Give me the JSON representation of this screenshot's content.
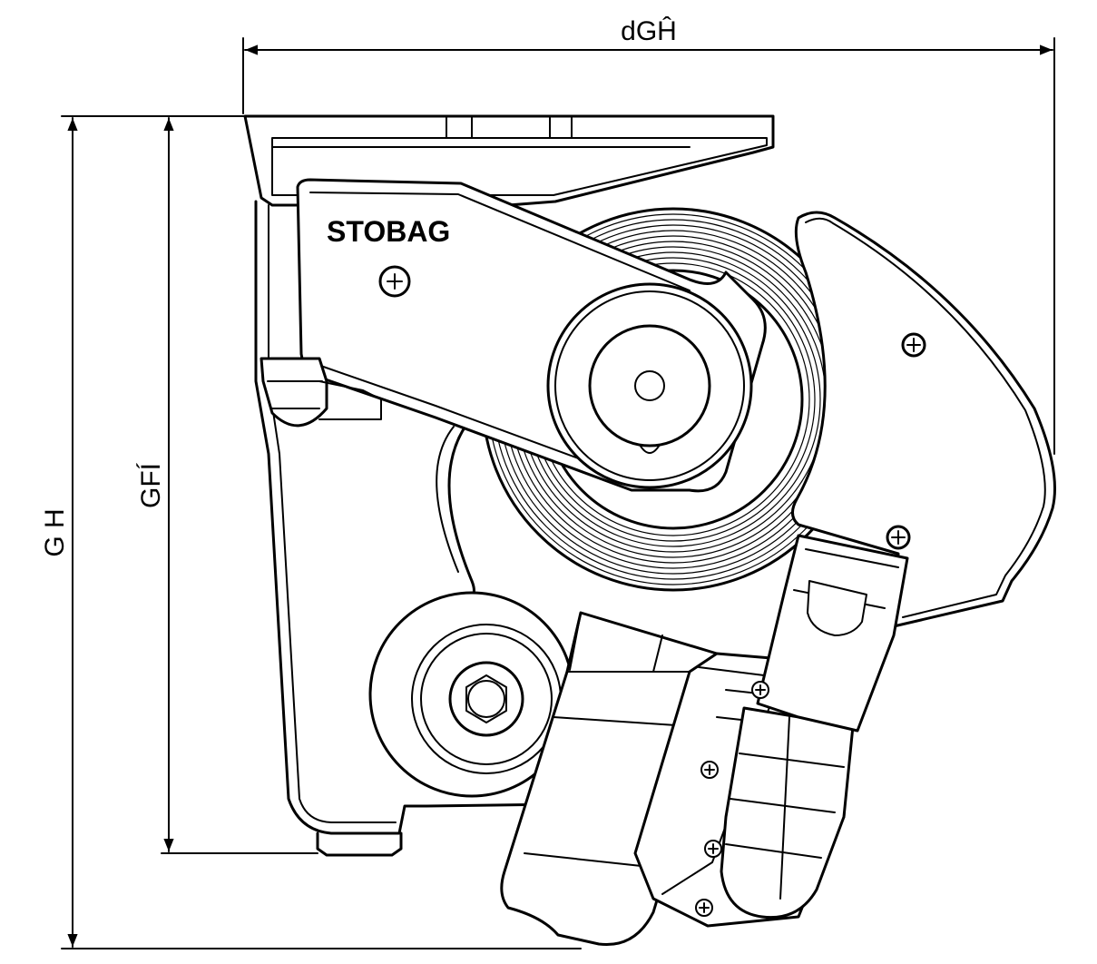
{
  "drawing": {
    "brand_label": "STOBAG",
    "dimensions": {
      "overall_width": "dGĤ",
      "overall_height": "G H",
      "body_height": "GFÍ"
    }
  }
}
